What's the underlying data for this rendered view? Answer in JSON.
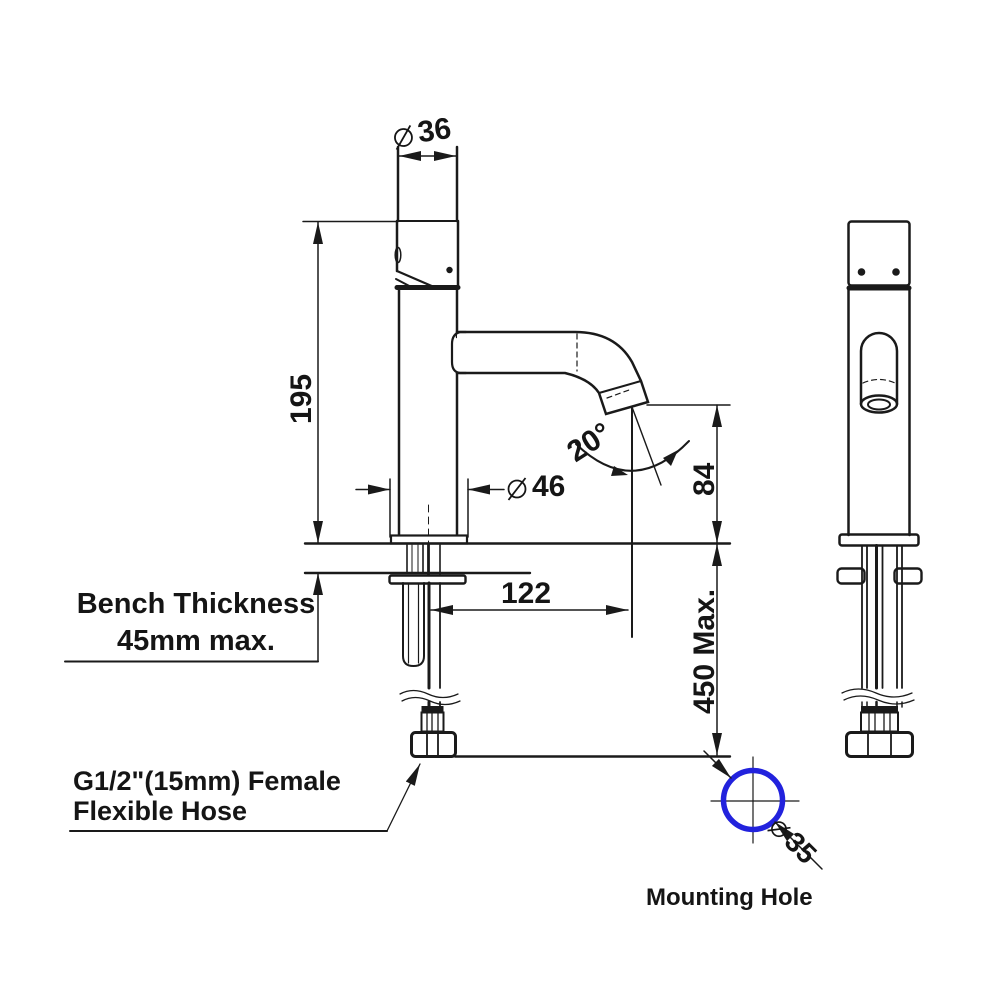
{
  "annotations": {
    "handle_diameter": {
      "symbol": "diameter",
      "value": "36"
    },
    "body_height": "195",
    "body_diameter": {
      "symbol": "diameter",
      "value": "46"
    },
    "spout_angle": "20°",
    "outlet_height": "84",
    "spout_reach": "122",
    "hose_max_length": "450 Max.",
    "bench_note": {
      "line1": "Bench Thickness",
      "line2": "45mm max."
    },
    "hose_note": {
      "line1": "G1/2\"(15mm) Female",
      "line2": "Flexible Hose"
    },
    "mounting_hole": {
      "symbol": "diameter",
      "value": "35",
      "label": "Mounting Hole"
    }
  },
  "colors": {
    "line": "#1a1a1a",
    "text": "#151515",
    "mounting_hole_circle": "#2222dd",
    "background": "#ffffff"
  }
}
